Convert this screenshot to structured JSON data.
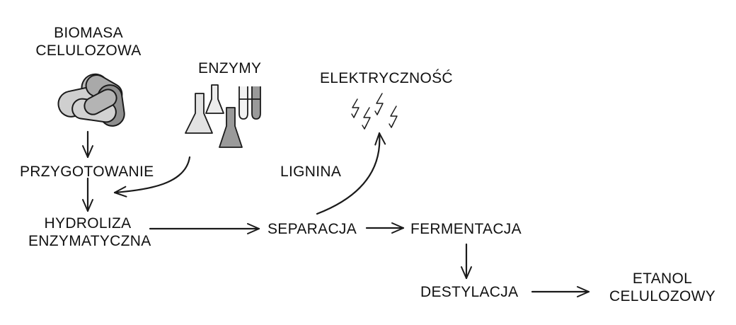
{
  "labels": {
    "biomass_line1": "BIOMASA",
    "biomass_line2": "CELULOZOWA",
    "enzymes": "ENZYMY",
    "electricity": "ELEKTRYCZNOŚĆ",
    "preparation": "PRZYGOTOWANIE",
    "lignin": "LIGNINA",
    "hydrolysis_line1": "HYDROLIZA",
    "hydrolysis_line2": "ENZYMATYCZNA",
    "separation": "SEPARACJA",
    "fermentation": "FERMENTACJA",
    "distillation": "DESTYLACJA",
    "ethanol_line1": "ETANOL",
    "ethanol_line2": "CELULOZOWY"
  },
  "colors": {
    "ink": "#1a1a1a",
    "biomass_light": "#c8c8c8",
    "biomass_mid": "#a9a9a9",
    "biomass_dark": "#8a8a8a",
    "flask_light": "#e2e2e2",
    "flask_dark": "#9a9a9a"
  },
  "icons": [
    "biomass-icon",
    "lab-glassware-icon",
    "lightning-bolts-icon"
  ]
}
